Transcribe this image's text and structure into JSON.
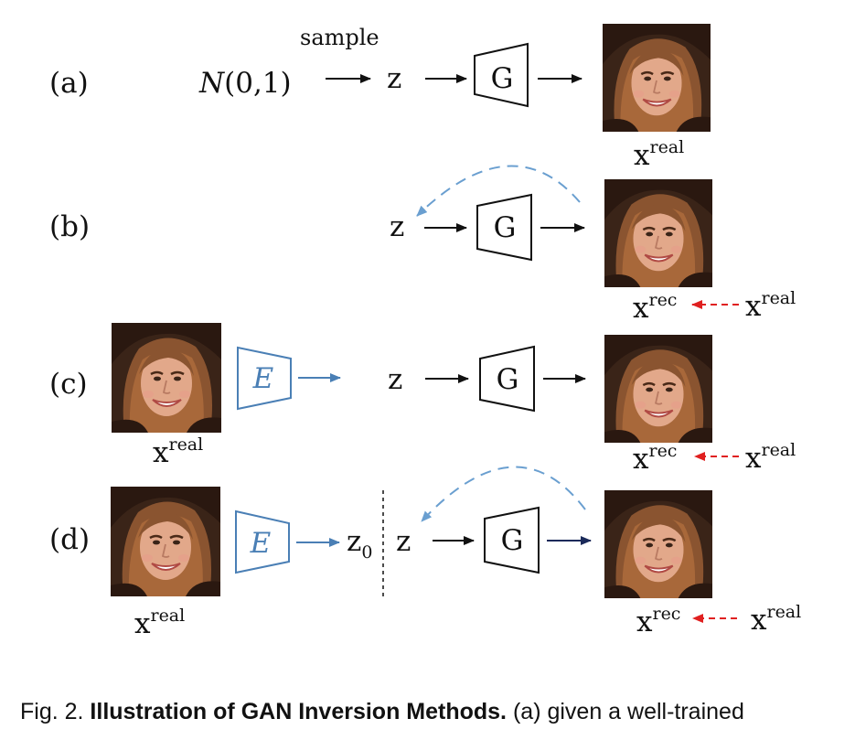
{
  "rows": [
    {
      "id": "a",
      "label": "(a)"
    },
    {
      "id": "b",
      "label": "(b)"
    },
    {
      "id": "c",
      "label": "(c)"
    },
    {
      "id": "d",
      "label": "(d)"
    }
  ],
  "row_a": {
    "prior": "N",
    "prior_args": "(0,1)",
    "sample_label": "sample",
    "latent": "z",
    "generator": "G",
    "output_base": "x",
    "output_sup": "real"
  },
  "row_b": {
    "latent": "z",
    "generator": "G",
    "recon_base": "x",
    "recon_sup": "rec",
    "target_base": "x",
    "target_sup": "real"
  },
  "row_c": {
    "input_base": "x",
    "input_sup": "real",
    "encoder": "E",
    "latent": "z",
    "generator": "G",
    "recon_base": "x",
    "recon_sup": "rec",
    "target_base": "x",
    "target_sup": "real"
  },
  "row_d": {
    "input_base": "x",
    "input_sup": "real",
    "encoder": "E",
    "init_base": "z",
    "init_sub": "0",
    "latent": "z",
    "generator": "G",
    "recon_base": "x",
    "recon_sup": "rec",
    "target_base": "x",
    "target_sup": "real"
  },
  "caption": {
    "prefix": "Fig. 2. ",
    "bold": "Illustration of GAN Inversion Methods.",
    "rest": " (a) given a well-trained"
  },
  "colors": {
    "ink": "#111111",
    "encoder_blue": "#4a7fb5",
    "dashed_blue": "#6a9fd0",
    "red_dash": "#e02020",
    "navy": "#1a2a5a"
  },
  "icons": [
    "face-photo",
    "generator-trapezoid",
    "encoder-trapezoid"
  ]
}
